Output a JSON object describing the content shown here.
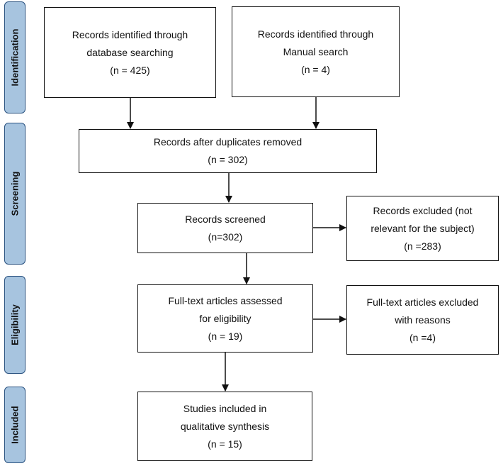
{
  "phases": {
    "identification": "Identification",
    "screening": "Screening",
    "eligibility": "Eligibility",
    "included": "Included"
  },
  "boxes": {
    "database": [
      "Records identified through",
      "database searching",
      "(n = 425)"
    ],
    "manual": [
      "Records identified through",
      "Manual search",
      "(n = 4)"
    ],
    "duplicates": [
      "Records after duplicates removed",
      "(n = 302)"
    ],
    "screened": [
      "Records screened",
      "(n=302)"
    ],
    "excluded": [
      "Records excluded (not",
      "relevant for the subject)",
      "(n =283)"
    ],
    "fulltext": [
      "Full-text articles assessed",
      "for eligibility",
      "(n = 19)"
    ],
    "fulltext_excluded": [
      "Full-text articles excluded",
      "with reasons",
      "(n =4)"
    ],
    "included": [
      "Studies included in",
      "qualitative synthesis",
      "(n = 15)"
    ]
  },
  "colors": {
    "phase_fill": "#a7c4df",
    "phase_border": "#2a5280",
    "line": "#111111"
  }
}
